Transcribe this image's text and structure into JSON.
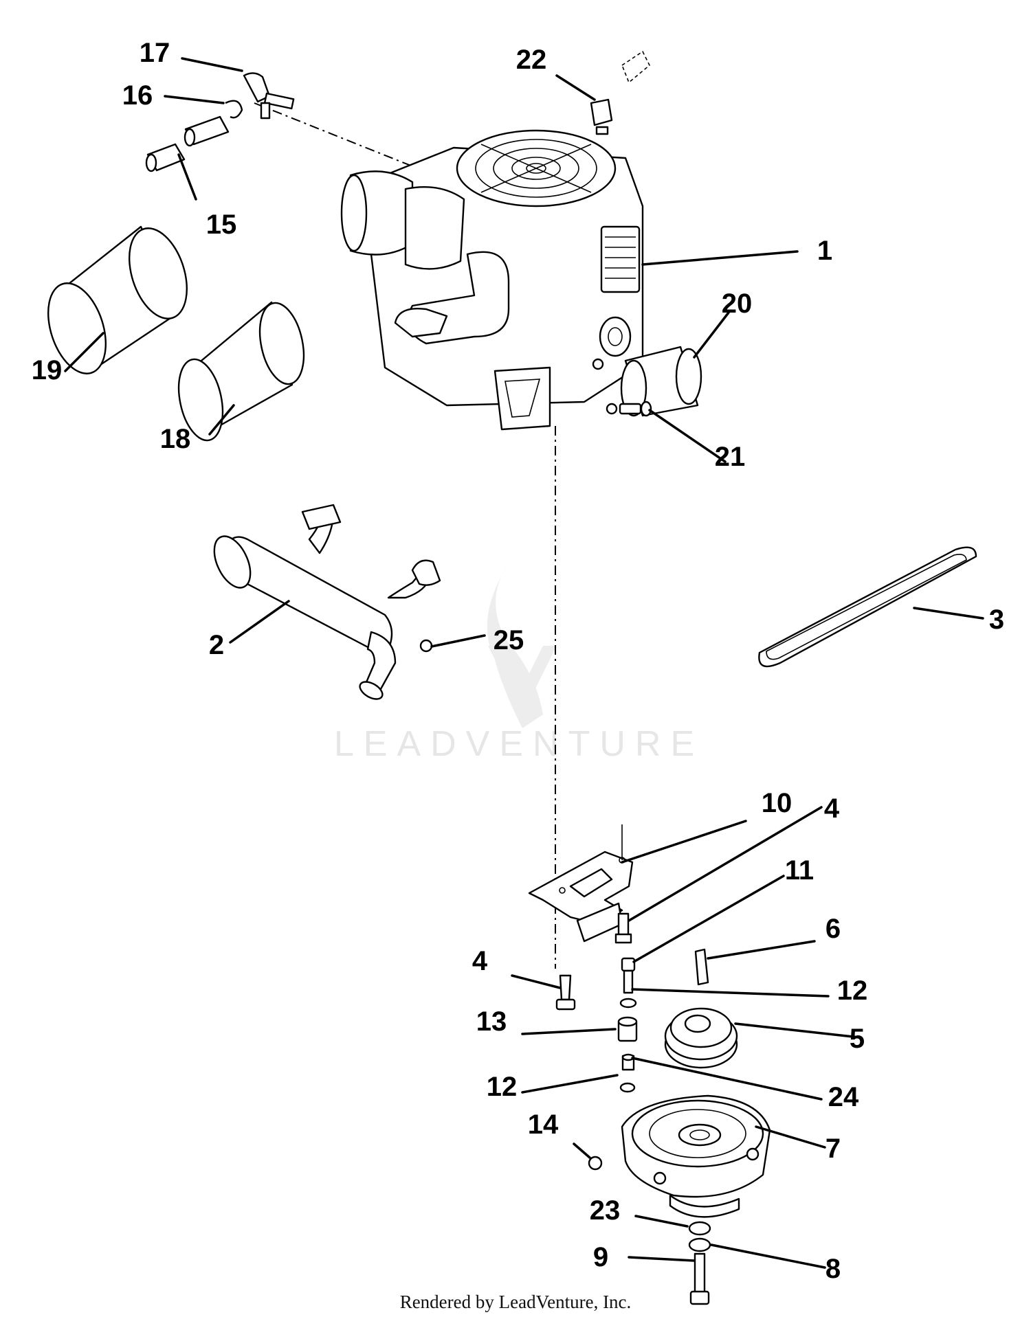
{
  "watermark": "LEADVENTURE",
  "footer": "Rendered by LeadVenture, Inc.",
  "callouts": {
    "c1": "1",
    "c2": "2",
    "c3": "3",
    "c4a": "4",
    "c4b": "4",
    "c5": "5",
    "c6": "6",
    "c7": "7",
    "c8": "8",
    "c9": "9",
    "c10": "10",
    "c11": "11",
    "c12a": "12",
    "c12b": "12",
    "c13": "13",
    "c14": "14",
    "c15": "15",
    "c16": "16",
    "c17": "17",
    "c18": "18",
    "c19": "19",
    "c20": "20",
    "c21": "21",
    "c22": "22",
    "c23": "23",
    "c24": "24",
    "c25": "25"
  }
}
